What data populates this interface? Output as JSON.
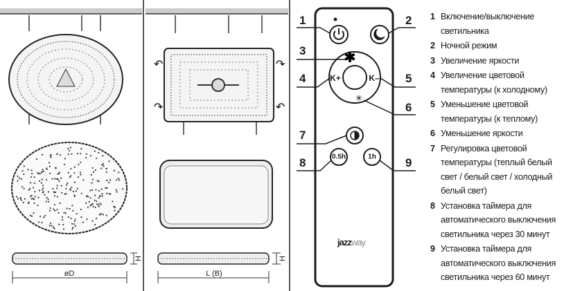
{
  "drawings": {
    "round": {
      "diameter_label": "øD",
      "height_label": "H"
    },
    "square": {
      "length_label": "L (B)",
      "height_label": "H"
    }
  },
  "remote": {
    "brand": "jazzway",
    "buttons": {
      "power": "power-icon",
      "night": "moon-icon",
      "brightness_up": "sun-large-icon",
      "cct_up": "K+",
      "cct_down": "K–",
      "brightness_down": "sun-small-icon",
      "cct_cycle": "half-circle-icon",
      "timer_30": "0.5h",
      "timer_60": "1h"
    },
    "callouts": [
      "1",
      "2",
      "3",
      "4",
      "5",
      "6",
      "7",
      "8",
      "9"
    ]
  },
  "legend": [
    {
      "num": "1",
      "text": "Включение/выключение светильника"
    },
    {
      "num": "2",
      "text": "Ночной режим"
    },
    {
      "num": "3",
      "text": "Увеличение яркости"
    },
    {
      "num": "4",
      "text": "Увеличение цветовой температуры (к холодному)"
    },
    {
      "num": "5",
      "text": "Уменьшение цветовой температуры (к теплому)"
    },
    {
      "num": "6",
      "text": "Уменьшение яркости"
    },
    {
      "num": "7",
      "text": "Регулировка цветовой температуры (теплый белый свет / белый свет / холодный белый свет)"
    },
    {
      "num": "8",
      "text": "Установка таймера для автоматического выключения светильника через 30 минут"
    },
    {
      "num": "9",
      "text": "Установка таймера для автоматического выключения светильника через 60 минут"
    }
  ]
}
